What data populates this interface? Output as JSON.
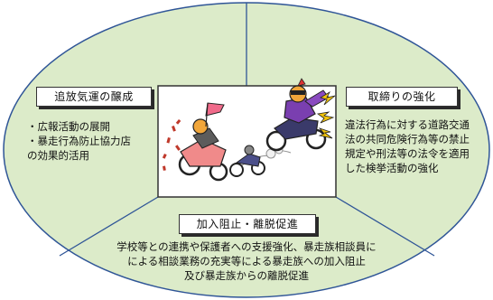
{
  "colors": {
    "background": "#ffffff",
    "ellipse_fill": "#dcebc9",
    "ellipse_stroke": "#2f5597",
    "dividers": "#2f5597",
    "center_frame": "#333333"
  },
  "left": {
    "title": "追放気運の醸成",
    "lines": [
      "・広報活動の展開",
      "・暴走行為防止協力店",
      "の効果的活用"
    ]
  },
  "right": {
    "title": "取締りの強化",
    "lines": [
      "違法行為に対する道路交通",
      "法の共同危険行為等の禁止",
      "規定や刑法等の法令を適用",
      "した検挙活動の強化"
    ]
  },
  "bottom": {
    "title": "加入阻止・離脱促進",
    "lines": [
      "学校等との連携や保護者への支援強化、暴走族相談員に",
      "による相談業務の充実等による暴走族への加入阻止",
      "及び暴走族からの離脱促進"
    ]
  },
  "center": {
    "illustration": "motorcycle-gang-illustration"
  }
}
